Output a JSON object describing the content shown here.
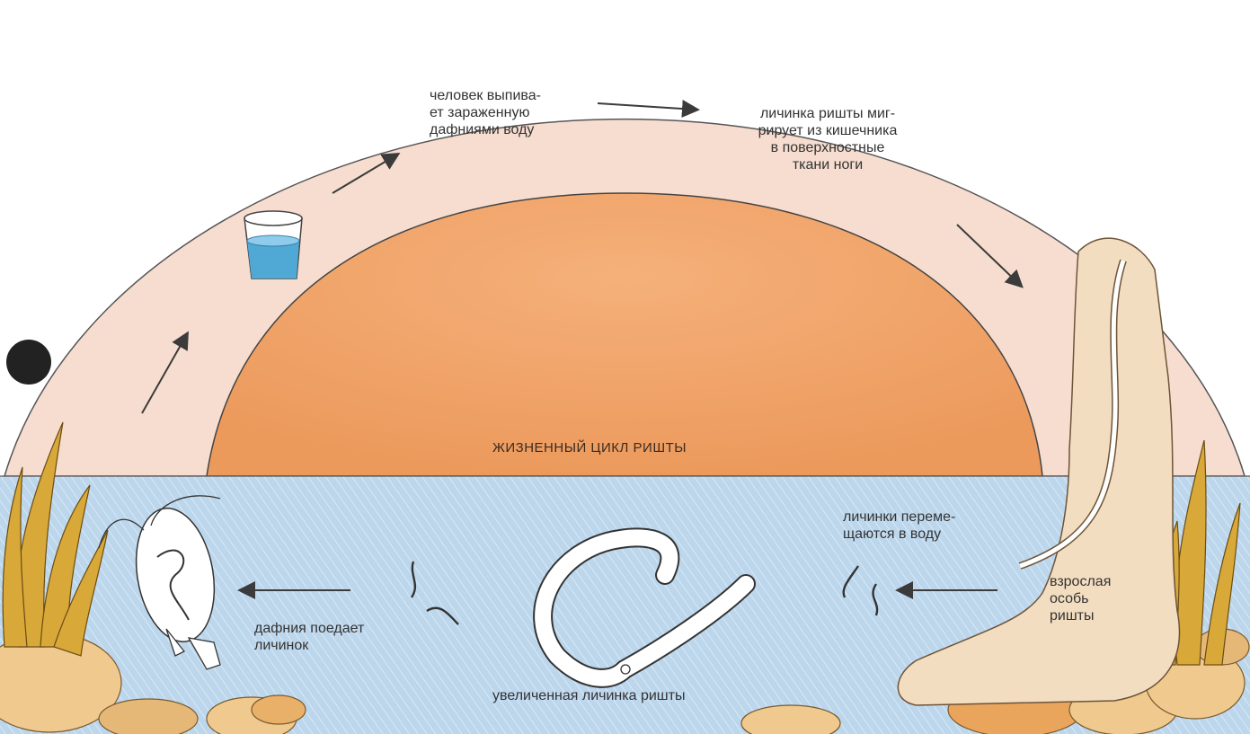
{
  "diagram": {
    "title": "ЖИЗНЕННЫЙ ЦИКЛ РИШТЫ",
    "labels": {
      "drink": "человек выпива-\nет зараженную\nдафниями воду",
      "migrate": "личинка ришты миг-\nрирует из кишечника\nв поверхностные\nткани ноги",
      "to_water": "личинки переме-\nщаются в воду",
      "adult": "взрослая\nособь\nришты",
      "daphnia_eats": "дафния поедает\nличинок",
      "enlarged": "увеличенная личинка ришты"
    },
    "colors": {
      "outer_band": "#f7ddd0",
      "inner_dome": "#f0a56a",
      "water": "#bcd6ec",
      "sand": "#efc98d",
      "plant": "#d8a838",
      "arrow": "#3b3b3b"
    }
  }
}
